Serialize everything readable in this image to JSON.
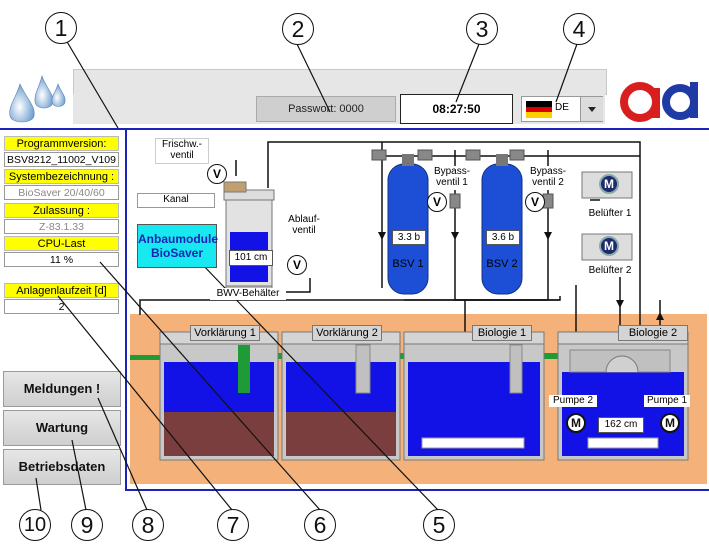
{
  "callouts": [
    "1",
    "2",
    "3",
    "4",
    "5",
    "6",
    "7",
    "8",
    "9",
    "10"
  ],
  "header": {
    "password_label": "Passwort: 0000",
    "clock": "08:27:50",
    "language": "DE"
  },
  "sidebar": {
    "fields": [
      {
        "label": "Programmversion:",
        "value": "BSV8212_11002_V109"
      },
      {
        "label": "Systembezeichnung :",
        "value": "BioSaver 20/40/60"
      },
      {
        "label": "Zulassung :",
        "value": "Z-83.1.33"
      },
      {
        "label": "CPU-Last",
        "value": "11 %"
      }
    ],
    "runtime_label": "Anlagenlaufzeit  [d]",
    "runtime_value": "2",
    "buttons": {
      "messages": "Meldungen !",
      "maintenance": "Wartung",
      "operating_data": "Betriebsdaten"
    }
  },
  "process": {
    "fresh_water_valve": "Frischw.-\nventil",
    "drain": "Kanal",
    "outlet_valve": "Ablauf-\nventil",
    "valve_symbol": "V",
    "motor_symbol": "M",
    "bwv_level": "101 cm",
    "bwv_container": "BWV-Behälter",
    "addon_module": "Anbaumodule\nBioSaver",
    "bsv1_pressure": "3.3 b",
    "bsv1_name": "BSV 1",
    "bsv2_pressure": "3.6 b",
    "bsv2_name": "BSV 2",
    "bypass1": "Bypass-\nventil 1",
    "bypass2": "Bypass-\nventil 2",
    "blower1": "Belüfter 1",
    "blower2": "Belüfter 2",
    "tanks": [
      "Vorklärung 1",
      "Vorklärung 2",
      "Biologie 1",
      "Biologie 2"
    ],
    "pump2": "Pumpe 2",
    "pump1": "Pumpe 1",
    "bio2_level": "162 cm"
  },
  "colors": {
    "water": "#1212e6",
    "sludge": "#7a3e3e",
    "ground": "#f4b27a",
    "pipe_green": "#1e9a36",
    "frame_blue": "#1b23b8",
    "addon_cyan": "#18e8f0",
    "logo_red": "#d81e1e",
    "logo_blue": "#1f3aa5",
    "highlight_yellow": "#ffff00"
  }
}
